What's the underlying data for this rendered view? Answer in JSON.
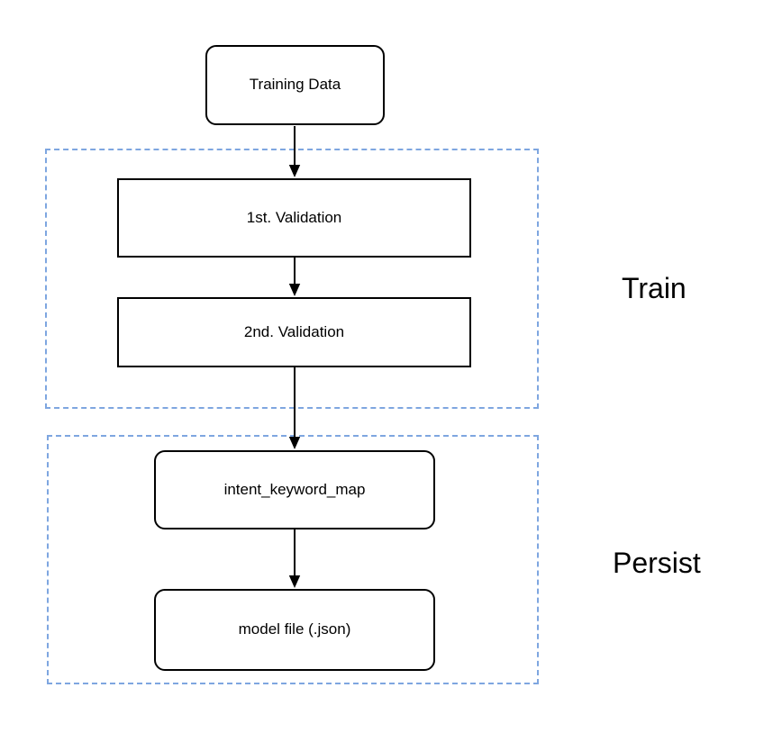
{
  "diagram": {
    "nodes": [
      {
        "id": "training-data",
        "label": "Training Data",
        "shape": "rounded-rectangle"
      },
      {
        "id": "first-validation",
        "label": "1st. Validation",
        "shape": "rectangle"
      },
      {
        "id": "second-validation",
        "label": "2nd. Validation",
        "shape": "rectangle"
      },
      {
        "id": "intent-keyword-map",
        "label": "intent_keyword_map",
        "shape": "rounded-rectangle"
      },
      {
        "id": "model-file",
        "label": "model file (.json)",
        "shape": "rounded-rectangle"
      }
    ],
    "groups": [
      {
        "id": "train",
        "label": "Train"
      },
      {
        "id": "persist",
        "label": "Persist"
      }
    ],
    "edges": [
      {
        "from": "training-data",
        "to": "first-validation"
      },
      {
        "from": "first-validation",
        "to": "second-validation"
      },
      {
        "from": "second-validation",
        "to": "intent-keyword-map"
      },
      {
        "from": "intent-keyword-map",
        "to": "model-file"
      }
    ],
    "colors": {
      "group_border": "#7EA6E0",
      "node_border": "#000000",
      "arrow": "#000000",
      "text": "#000000",
      "background": "#ffffff"
    }
  }
}
